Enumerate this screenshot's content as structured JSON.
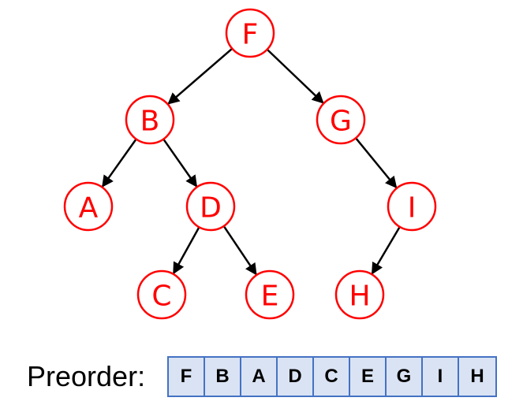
{
  "tree": {
    "nodes": [
      {
        "id": "F",
        "label": "F"
      },
      {
        "id": "B",
        "label": "B"
      },
      {
        "id": "G",
        "label": "G"
      },
      {
        "id": "A",
        "label": "A"
      },
      {
        "id": "D",
        "label": "D"
      },
      {
        "id": "I",
        "label": "I"
      },
      {
        "id": "C",
        "label": "C"
      },
      {
        "id": "E",
        "label": "E"
      },
      {
        "id": "H",
        "label": "H"
      }
    ],
    "edges": [
      {
        "from": "F",
        "to": "B"
      },
      {
        "from": "F",
        "to": "G"
      },
      {
        "from": "B",
        "to": "A"
      },
      {
        "from": "B",
        "to": "D"
      },
      {
        "from": "D",
        "to": "C"
      },
      {
        "from": "D",
        "to": "E"
      },
      {
        "from": "G",
        "to": "I"
      },
      {
        "from": "I",
        "to": "H"
      }
    ],
    "colors": {
      "node_stroke": "#ff0000",
      "node_text": "#ff0000",
      "edge": "#000000"
    }
  },
  "preorder": {
    "label": "Preorder:",
    "sequence": [
      "F",
      "B",
      "A",
      "D",
      "C",
      "E",
      "G",
      "I",
      "H"
    ],
    "colors": {
      "cell_fill": "#dae3f3",
      "cell_border": "#4472c4"
    }
  }
}
